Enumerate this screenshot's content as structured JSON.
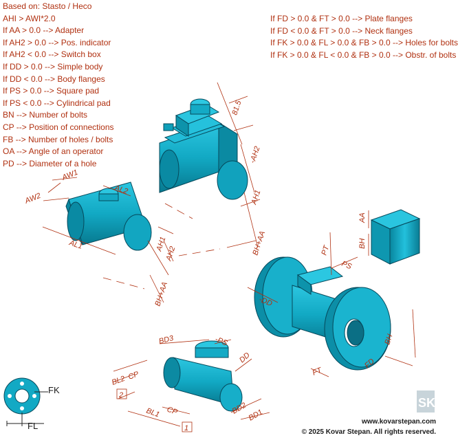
{
  "legend_left": [
    "Based on: Stasto / Heco",
    "AHI > AWI*2.0",
    "If AA > 0.0 --> Adapter",
    "If AH2 > 0.0 --> Pos. indicator",
    "If AH2 < 0.0 --> Switch box",
    "If DD > 0.0 --> Simple body",
    "If DD < 0.0 --> Body flanges",
    "If PS > 0.0 --> Square pad",
    "If PS < 0.0 --> Cylindrical pad",
    "BN --> Number of bolts",
    "CP --> Position of connections",
    "FB --> Number of holes / bolts",
    "OA --> Angle of an operator",
    "PD --> Diameter of a hole"
  ],
  "legend_right": [
    "If FD > 0.0 & FT > 0.0 --> Plate flanges",
    "If FD < 0.0 & FT > 0.0 --> Neck flanges",
    "If FK > 0.0 & FL > 0.0 & FB > 0.0 --> Holes for bolts",
    "If FK > 0.0 & FL < 0.0 & FB > 0.0 --> Obstr. of bolts"
  ],
  "dimension_labels": {
    "aw1": "AW1",
    "aw2": "AW2",
    "al1": "AL1",
    "al2": "AL2",
    "ah1_left": "AH1",
    "ah2_left": "AH2",
    "bh_aa_left": "BH+AA",
    "dim_81_5": "81.5",
    "ah2_top": "-AH2",
    "ah1_top": "AH1",
    "bh_aa_top": "BH+AA",
    "aa": "AA",
    "bh_cube": "BH",
    "pt": "PT",
    "ps": "PS",
    "dd_big": "-DD",
    "bh_big": "BH",
    "fd": "FD",
    "ft": "FT",
    "bd3": "BD3",
    "ps_neg": "-PS",
    "dd_small": "DD",
    "cp_top": "CP",
    "bl2": "BL2",
    "two": "2",
    "bl1": "BL1",
    "cp_bottom": "CP",
    "bd2": "BD2",
    "bd1": "BD1",
    "one": "1",
    "fk": "FK",
    "fl": "FL"
  },
  "logo_text": "SK",
  "footer": {
    "website": "www.kovarstepan.com",
    "copyright": "© 2025 Kovar Stepan. All rights reserved."
  },
  "colors": {
    "body": "#12a9c4",
    "body_dark": "#0a7d94",
    "dimension": "#b03010"
  }
}
